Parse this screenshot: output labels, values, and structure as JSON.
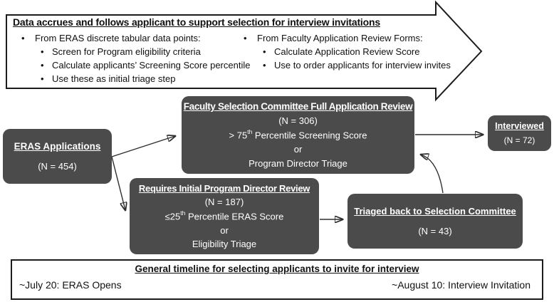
{
  "banner": {
    "title": "Data accrues and follows applicant to support selection for interview invitations",
    "columns": [
      {
        "heading": "From ERAS discrete tabular data points:",
        "items": [
          "Screen for Program eligibility criteria",
          "Calculate applicants’ Screening Score percentile",
          "Use these as initial triage step"
        ]
      },
      {
        "heading": "From Faculty Application Review Forms:",
        "items": [
          "Calculate Application Review Score",
          "Use to order applicants for interview invites"
        ]
      }
    ]
  },
  "flowchart": {
    "eras": {
      "title": "ERAS Applications",
      "n": "(N = 454)"
    },
    "faculty": {
      "title": "Faculty Selection Committee Full Application Review",
      "n": "(N = 306)",
      "criterion_pre": "> 75",
      "criterion_sup": "th",
      "criterion_post": " Percentile Screening Score",
      "or": "or",
      "alternative": "Program Director Triage"
    },
    "requires": {
      "title": "Requires Initial Program Director Review",
      "n": "(N = 187)",
      "criterion_pre": "≤25",
      "criterion_sup": "th",
      "criterion_post": " Percentile ERAS Score",
      "or": "or",
      "alternative": "Eligibility Triage"
    },
    "triaged": {
      "title": "Triaged back to Selection Committee",
      "n": "(N = 43)"
    },
    "interviewed": {
      "title": "Interviewed",
      "n": "(N = 72)"
    }
  },
  "timeline": {
    "title": "General timeline for selecting applicants to invite for interview",
    "events": [
      "~July 20: ERAS Opens",
      "~August 10: Interview Invitation"
    ]
  },
  "colors": {
    "box-fill": "#4b4b4b",
    "box-text": "#ffffff",
    "line": "#2e2e2e",
    "border": "#1c1c1c"
  }
}
